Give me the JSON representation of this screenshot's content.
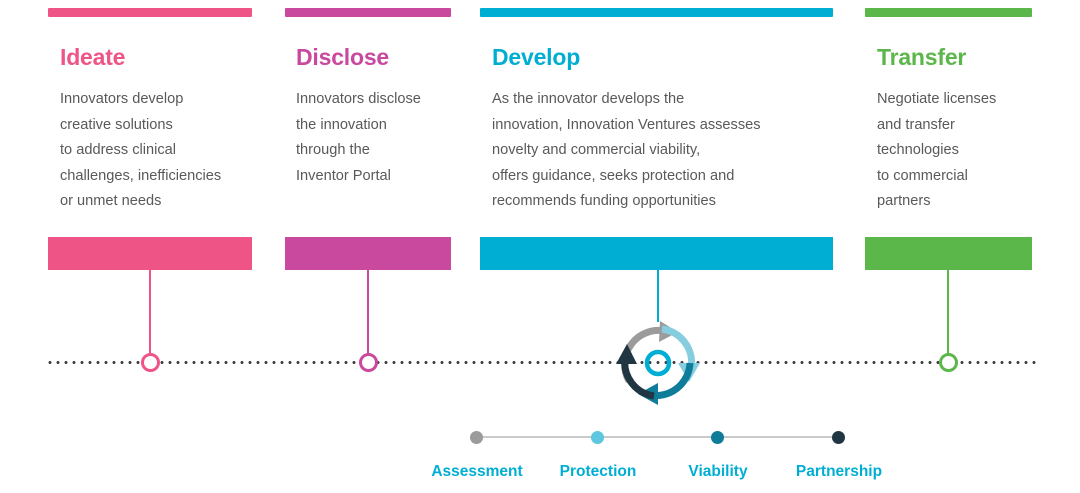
{
  "palette": {
    "pink": "#ee5586",
    "magenta": "#c9499f",
    "cyan": "#00aed4",
    "green": "#5cb74a",
    "body_text": "#58595b",
    "timeline_dot": "#3a3a3c",
    "legend_label": "#00aed4",
    "legend_track": "#c9cacc",
    "cycle_gray": "#9b9b9b",
    "cycle_light_blue": "#86cde0",
    "cycle_teal": "#0f7c99",
    "cycle_navy": "#203642",
    "cycle_ring": "#00aed4"
  },
  "columns": [
    {
      "id": "ideate",
      "title": "Ideate",
      "color": "#ee5586",
      "body": "Innovators develop\ncreative solutions\nto address clinical\nchallenges, inefficiencies\nor unmet needs"
    },
    {
      "id": "disclose",
      "title": "Disclose",
      "color": "#c9499f",
      "body": "Innovators disclose\nthe innovation\nthrough the\nInventor Portal"
    },
    {
      "id": "develop",
      "title": "Develop",
      "color": "#00aed4",
      "body": "As the innovator develops the\ninnovation, Innovation Ventures assesses\nnovelty and commercial viability,\noffers guidance, seeks protection and\nrecommends funding opportunities"
    },
    {
      "id": "transfer",
      "title": "Transfer",
      "color": "#5cb74a",
      "body": "Negotiate licenses\nand transfer\ntechnologies\nto commercial\npartners"
    }
  ],
  "legend": {
    "items": [
      {
        "label": "Assessment",
        "color": "#9b9b9b"
      },
      {
        "label": "Protection",
        "color": "#5ec6de"
      },
      {
        "label": "Viability",
        "color": "#0f7c99"
      },
      {
        "label": "Partnership",
        "color": "#203642"
      }
    ]
  },
  "cycle": {
    "name": "innovation-cycle",
    "arrow_colors": [
      "#9b9b9b",
      "#86cde0",
      "#0f7c99",
      "#203642"
    ],
    "center_ring_color": "#00aed4"
  }
}
